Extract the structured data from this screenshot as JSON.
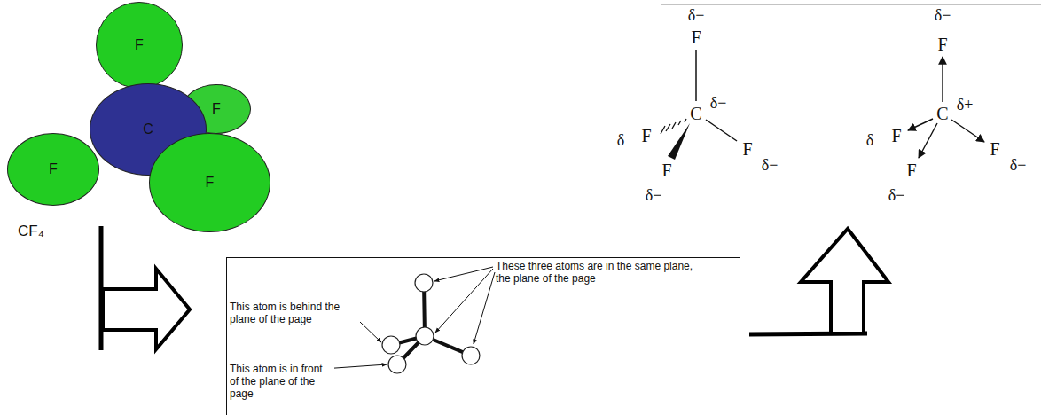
{
  "diagram": {
    "nodes": [
      {
        "text": [
          "F"
        ]
      },
      {
        "text": [
          "C"
        ]
      },
      {
        "text": [
          "F"
        ]
      },
      {
        "text": [
          "F"
        ]
      },
      {
        "text": [
          "F"
        ]
      },
      {
        "text": [
          "These three atoms are in the same plane, the plane of the page",
          "This atom is behind the plane of the page",
          "This atom is in front of the plane of the page"
        ]
      }
    ],
    "labels": [
      "CF₄",
      "δ−",
      "F",
      "C",
      "δ−",
      "δ",
      "F",
      "F",
      "F",
      "δ−",
      "δ−",
      "δ−",
      "F",
      "C",
      "δ+",
      "δ",
      "F",
      "F",
      "F",
      "δ−",
      "δ−"
    ]
  }
}
